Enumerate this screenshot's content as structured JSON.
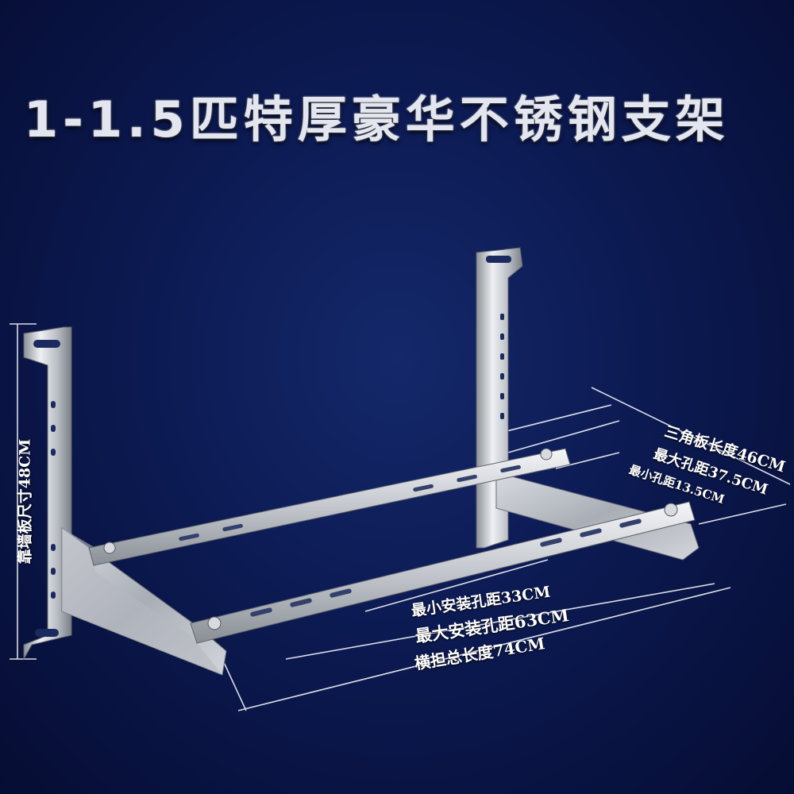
{
  "title": "1-1.5匹特厚豪华不锈钢支架",
  "labels": {
    "wall_plate_size": "靠墙板尺寸48CM",
    "triangle_length": "三角板长度46CM",
    "max_hole_short": "最大孔距37.5CM",
    "min_hole_short": "最小孔距13.5CM",
    "min_install": "最小安装孔距33CM",
    "max_install": "最大安装孔距63CM",
    "crossbar_total": "横担总长度74CM"
  },
  "colors": {
    "background": "#0c1a52",
    "steel_light": "#e4e6ea",
    "steel_dark": "#8a8f98"
  }
}
